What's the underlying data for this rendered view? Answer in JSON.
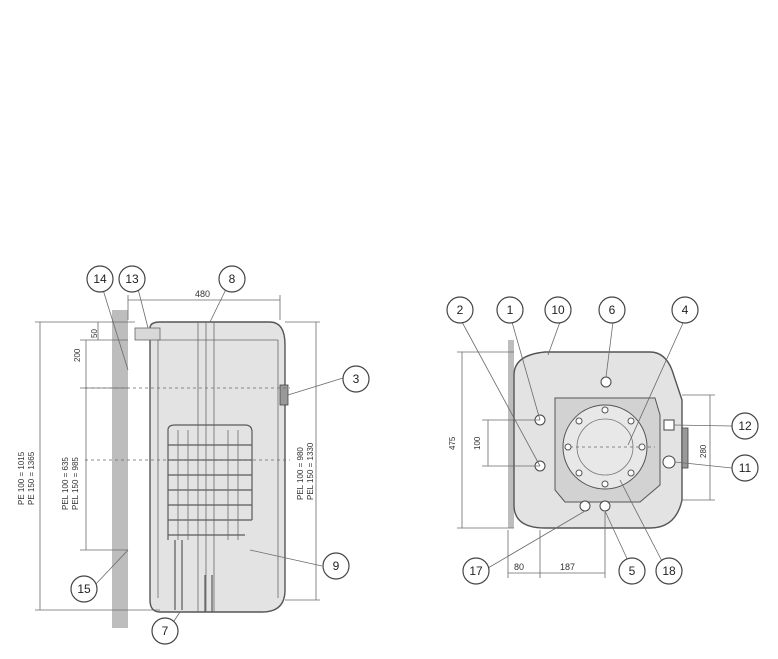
{
  "left_view": {
    "callouts": [
      "14",
      "13",
      "8",
      "3",
      "9",
      "7",
      "15"
    ],
    "dims": {
      "width": "480",
      "top_offset": "50",
      "upper": "200",
      "pel_mid_1": "PEL 100 = 635",
      "pel_mid_2": "PEL 150 = 985",
      "pe_total_1": "PE 100 = 1015",
      "pe_total_2": "PE 150 = 1365",
      "pel_right_1": "PEL 100 = 980",
      "pel_right_2": "PEL 150 = 1330"
    }
  },
  "right_view": {
    "callouts": [
      "2",
      "1",
      "10",
      "6",
      "4",
      "12",
      "11",
      "17",
      "5",
      "18"
    ],
    "dims": {
      "height": "475",
      "spacing": "100",
      "depth": "280",
      "offset_1": "80",
      "offset_2": "187"
    }
  }
}
